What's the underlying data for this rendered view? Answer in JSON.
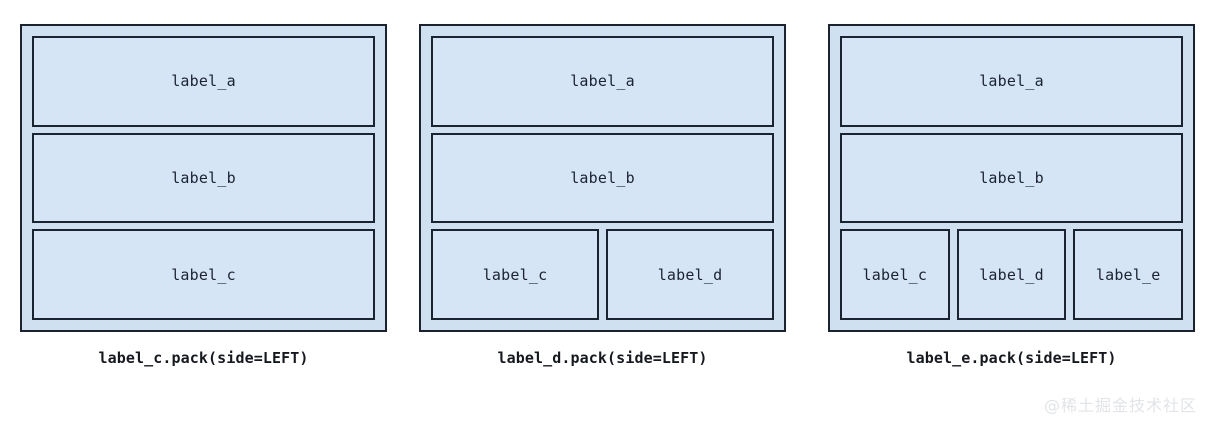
{
  "watermark": "@稀土掘金技术社区",
  "colors": {
    "panel_background": "#cfe0f1",
    "box_background": "#d5e5f5",
    "border": "#1b2330",
    "text": "#1b2330",
    "page_background": "#ffffff",
    "watermark": "#e2e4e8"
  },
  "panels": [
    {
      "caption": "label_c.pack(side=LEFT)",
      "rows": [
        {
          "boxes": [
            {
              "label": "label_a"
            }
          ]
        },
        {
          "boxes": [
            {
              "label": "label_b"
            }
          ]
        },
        {
          "boxes": [
            {
              "label": "label_c"
            }
          ]
        }
      ]
    },
    {
      "caption": "label_d.pack(side=LEFT)",
      "rows": [
        {
          "boxes": [
            {
              "label": "label_a"
            }
          ]
        },
        {
          "boxes": [
            {
              "label": "label_b"
            }
          ]
        },
        {
          "boxes": [
            {
              "label": "label_c"
            },
            {
              "label": "label_d"
            }
          ]
        }
      ]
    },
    {
      "caption": "label_e.pack(side=LEFT)",
      "rows": [
        {
          "boxes": [
            {
              "label": "label_a"
            }
          ]
        },
        {
          "boxes": [
            {
              "label": "label_b"
            }
          ]
        },
        {
          "boxes": [
            {
              "label": "label_c"
            },
            {
              "label": "label_d"
            },
            {
              "label": "label_e"
            }
          ]
        }
      ]
    }
  ]
}
